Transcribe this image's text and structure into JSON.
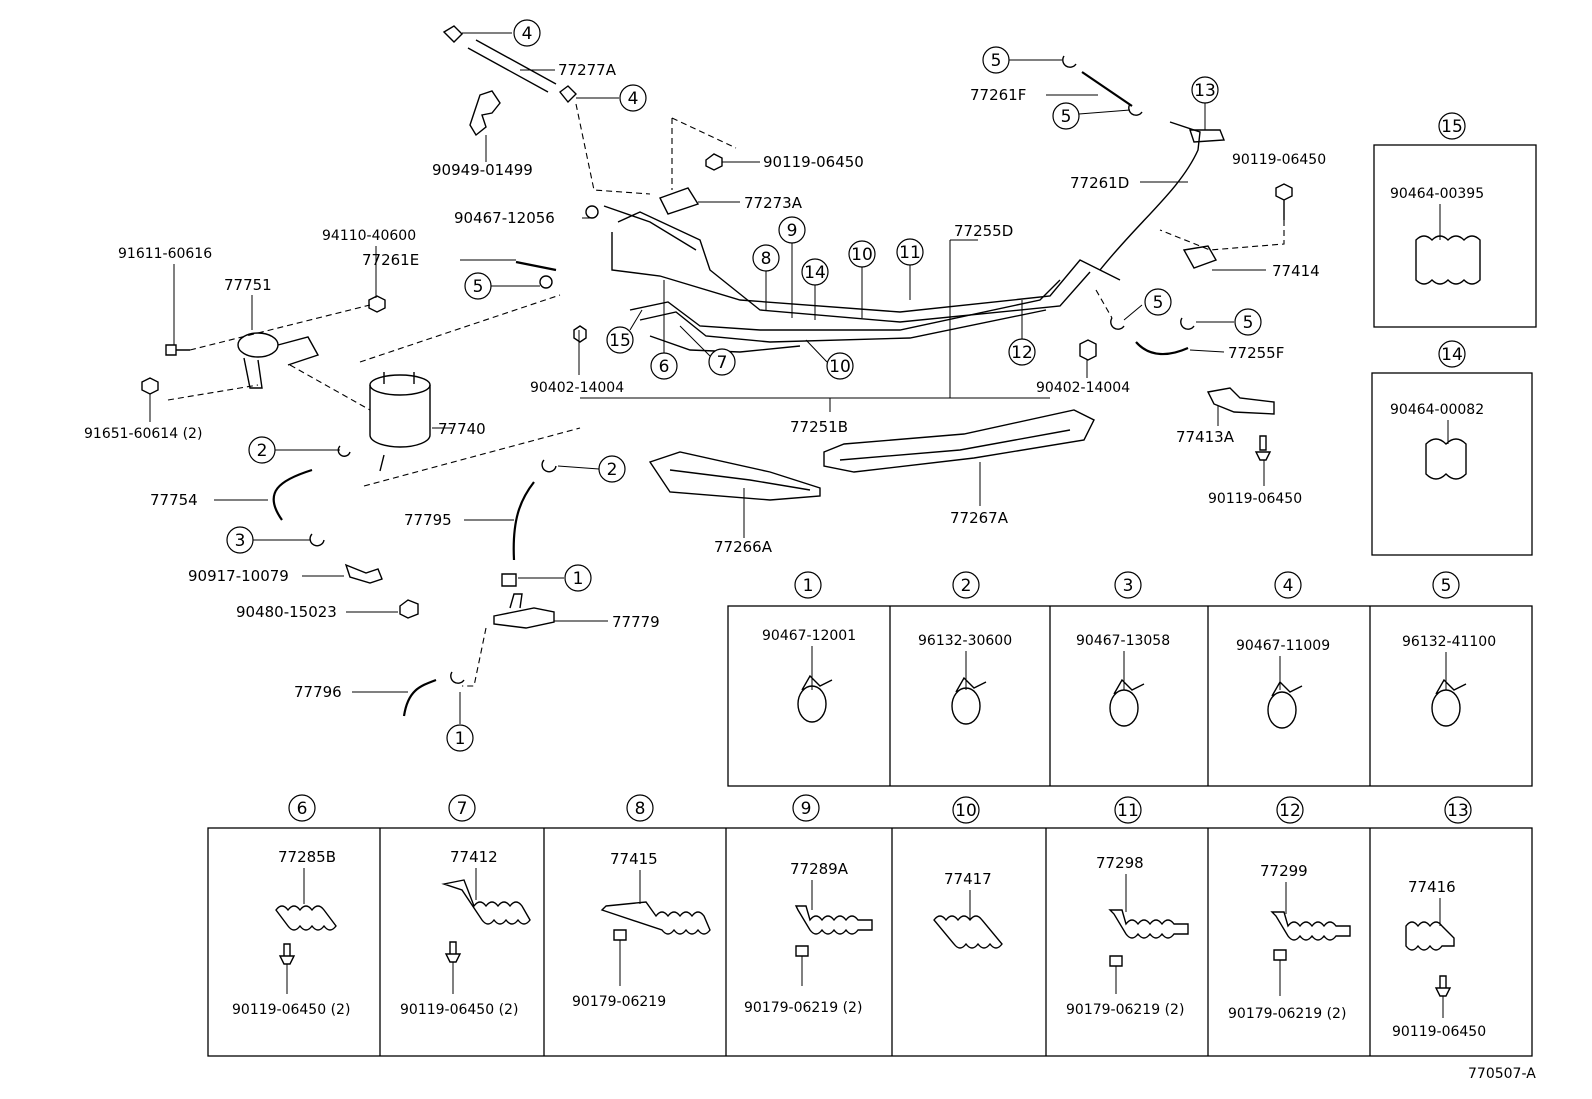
{
  "callouts": {
    "p77277A": "77277A",
    "p90949_01499": "90949-01499",
    "p90119_06450_top": "90119-06450",
    "p77273A": "77273A",
    "p90467_12056": "90467-12056",
    "p94110_40600": "94110-40600",
    "p91611_60616": "91611-60616",
    "p77751": "77751",
    "p77261E": "77261E",
    "p90402_14004_left": "90402-14004",
    "p77251B": "77251B",
    "p77255D": "77255D",
    "p90402_14004_right": "90402-14004",
    "p77261F": "77261F",
    "p77261D": "77261D",
    "p90119_06450_right": "90119-06450",
    "p77414": "77414",
    "p77255F": "77255F",
    "p77413A": "77413A",
    "p90119_06450_mid": "90119-06450",
    "p91651_60614": "91651-60614 (2)",
    "p77740": "77740",
    "p77754": "77754",
    "p90917_10079": "90917-10079",
    "p90480_15023": "90480-15023",
    "p77795": "77795",
    "p77266A": "77266A",
    "p77267A": "77267A",
    "p77779": "77779",
    "p77796": "77796"
  },
  "refs": {
    "n1": "1",
    "n2": "2",
    "n3": "3",
    "n4": "4",
    "n5": "5",
    "n6": "6",
    "n7": "7",
    "n8": "8",
    "n9": "9",
    "n10": "10",
    "n11": "11",
    "n12": "12",
    "n13": "13",
    "n14": "14",
    "n15": "15"
  },
  "side_boxes": {
    "b15": {
      "ref": "15",
      "part": "90464-00395"
    },
    "b14": {
      "ref": "14",
      "part": "90464-00082"
    }
  },
  "clamp_table": [
    {
      "ref": "1",
      "part": "90467-12001"
    },
    {
      "ref": "2",
      "part": "96132-30600"
    },
    {
      "ref": "3",
      "part": "90467-13058"
    },
    {
      "ref": "4",
      "part": "90467-11009"
    },
    {
      "ref": "5",
      "part": "96132-41100"
    }
  ],
  "bracket_table": [
    {
      "ref": "6",
      "part": "77285B",
      "fastener": "90119-06450 (2)"
    },
    {
      "ref": "7",
      "part": "77412",
      "fastener": "90119-06450 (2)"
    },
    {
      "ref": "8",
      "part": "77415",
      "fastener": "90179-06219"
    },
    {
      "ref": "9",
      "part": "77289A",
      "fastener": "90179-06219 (2)"
    },
    {
      "ref": "10",
      "part": "77417",
      "fastener": ""
    },
    {
      "ref": "11",
      "part": "77298",
      "fastener": "90179-06219 (2)"
    },
    {
      "ref": "12",
      "part": "77299",
      "fastener": "90179-06219 (2)"
    },
    {
      "ref": "13",
      "part": "77416",
      "fastener": "90119-06450"
    }
  ],
  "figure_id": "770507-A"
}
